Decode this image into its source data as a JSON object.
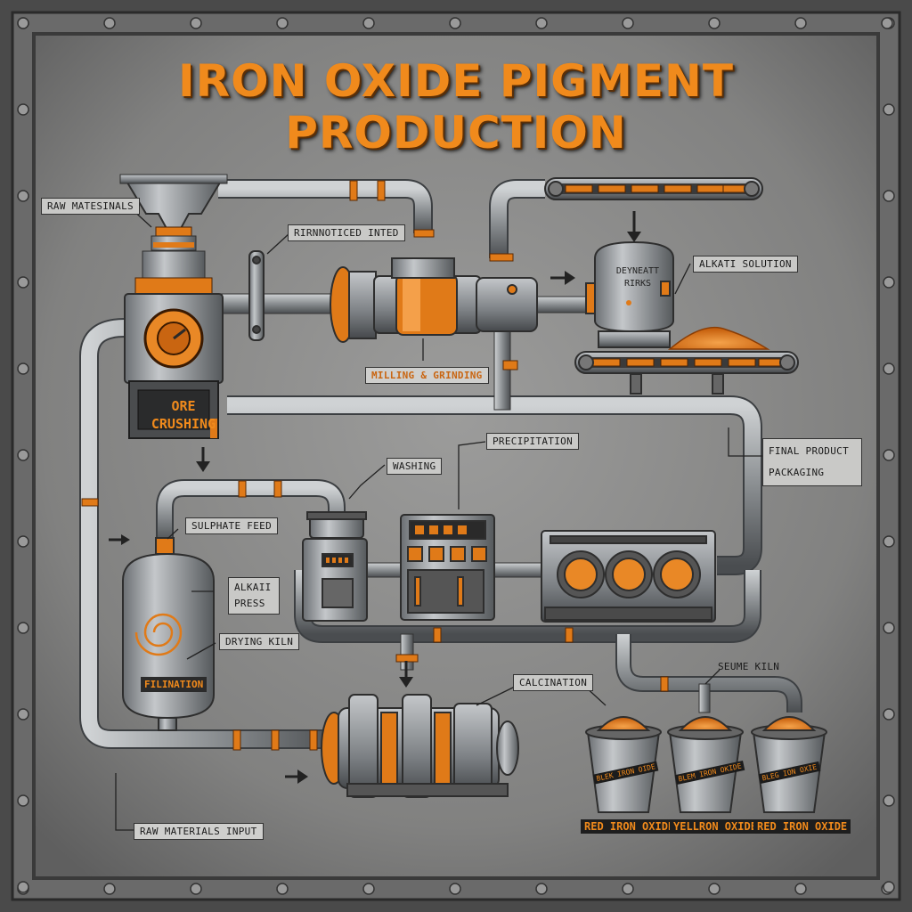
{
  "title": "IRON OXIDE PIGMENT PRODUCTION",
  "labels": {
    "raw_materials": "RAW MATESINALS",
    "rirnnoticed_inted": "RIRNNOTICED INTED",
    "alkati_solution": "ALKATI SOLUTION",
    "milling_grinding": "MILLING & GRINDING",
    "ore_crushing": "ORE CRUSHING",
    "final_product_packaging": "FINAL PRODUCT PACKAGING",
    "precipitation": "PRECIPITATION",
    "washing": "WASHING",
    "sulphate_feed": "SULPHATE FEED",
    "alkaii_press": "ALKAII PRESS",
    "drying_kiln": "DRYING KILN",
    "filination": "FILINATION",
    "calcination": "CALCINATION",
    "seume_kiln": "SEUME KILN",
    "raw_materials_input": "RAW MATERIALS INPUT"
  },
  "cabinet_text": "DEYNEATT RIRKS",
  "buckets": [
    {
      "caption": "RED IRON OXIDE",
      "tag": "BLEK IRON OIDE"
    },
    {
      "caption": "YELLRON OXIDE",
      "tag": "BLEM IRON OKIDE"
    },
    {
      "caption": "RED IRON OXIDE",
      "tag": "BLEG ION OXIE"
    }
  ],
  "colors": {
    "accent": "#f08a1c",
    "metal": "#8e9296",
    "background": "#8a8a8a",
    "frame": "#5e5e5e"
  }
}
